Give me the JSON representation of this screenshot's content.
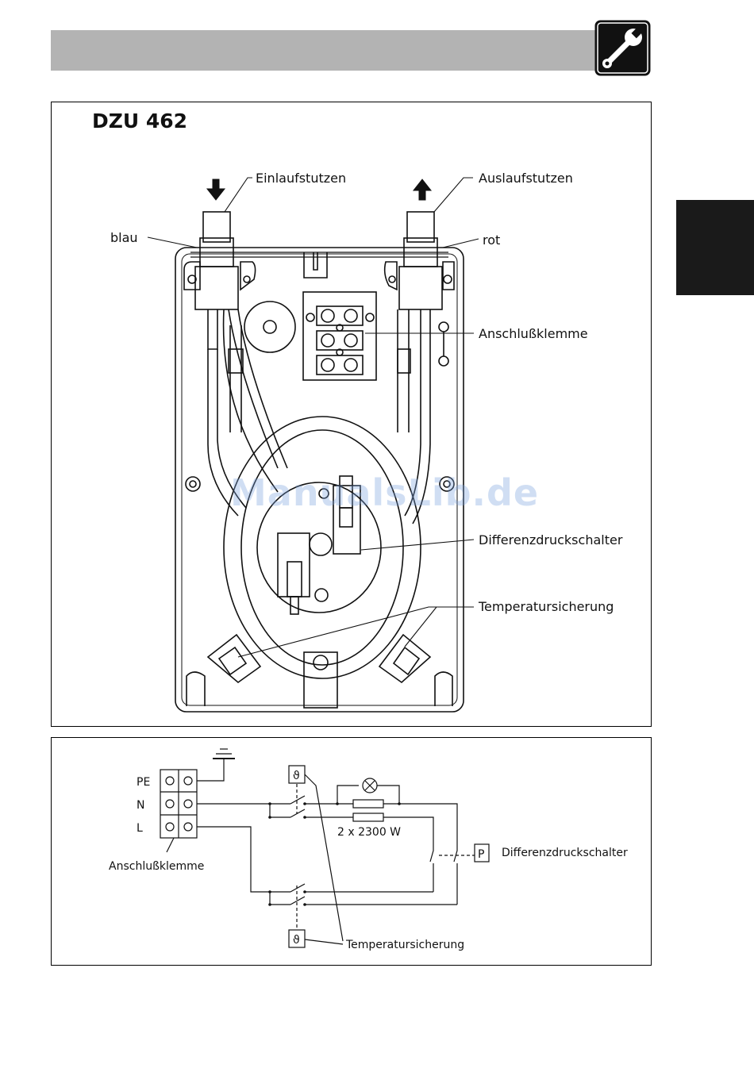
{
  "model": "DZU 462",
  "labels": {
    "inlet": "Einlaufstutzen",
    "outlet": "Auslaufstutzen",
    "blue": "blau",
    "red": "rot",
    "terminal": "Anschlußklemme",
    "pressure_switch": "Differenzdruckschalter",
    "thermal_fuse": "Temperatursicherung"
  },
  "circuit": {
    "pe": "PE",
    "n": "N",
    "l": "L",
    "power": "2 x 2300 W",
    "terminal": "Anschlußklemme",
    "p_symbol": "P",
    "pressure_switch": "Differenzdruckschalter",
    "thermal_fuse": "Temperatursicherung",
    "theta": "ϑ"
  },
  "icons": {
    "header": "wrench-icon"
  },
  "watermark": "ManualsLib.de"
}
